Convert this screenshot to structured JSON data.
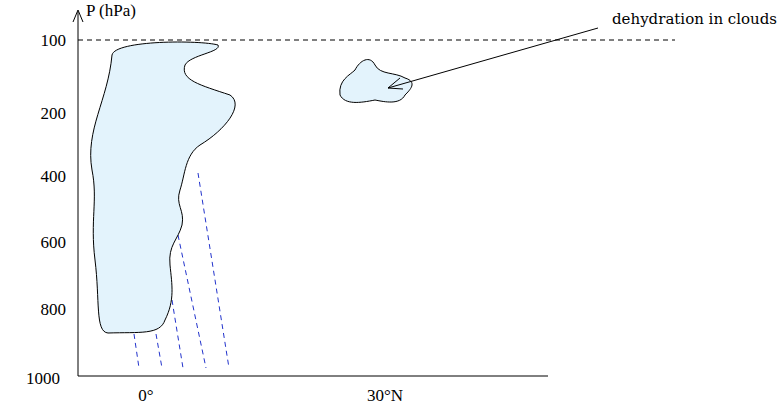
{
  "diagram": {
    "labels": [
      "P (hPa)",
      "100",
      "200",
      "400",
      "600",
      "800",
      "1000",
      "0°",
      "30°N",
      "dehydration in clouds"
    ]
  }
}
